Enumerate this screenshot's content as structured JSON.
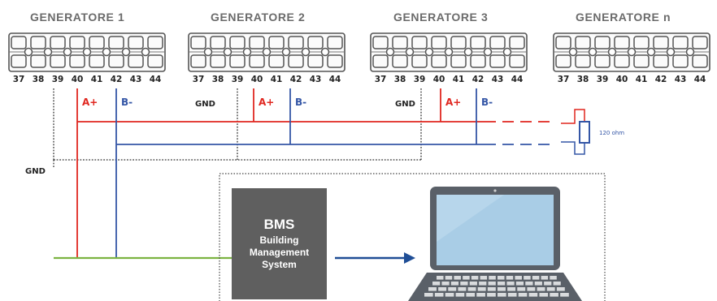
{
  "generators": [
    {
      "title": "GENERATORE 1"
    },
    {
      "title": "GENERATORE 2"
    },
    {
      "title": "GENERATORE 3"
    },
    {
      "title": "GENERATORE n"
    }
  ],
  "terminal_numbers": [
    "37",
    "38",
    "39",
    "40",
    "41",
    "42",
    "43",
    "44"
  ],
  "wire_labels": {
    "a_plus": "A+",
    "b_minus": "B-",
    "gnd": "GND"
  },
  "resistor": {
    "label": "120 ohm"
  },
  "bms": {
    "title": "BMS",
    "subtitle": "Building\nManagement\nSystem"
  },
  "colors": {
    "a_line": "#e0261f",
    "b_line": "#3456a6",
    "gnd_line": "#7cb342",
    "bms_box": "#5f5f5f",
    "arrow": "#1f4e96",
    "laptop": "#5a6068",
    "screen": "#a9cde6"
  },
  "icons": [
    "laptop-icon",
    "arrow-right-icon",
    "resistor-icon",
    "terminal-block-icon"
  ]
}
